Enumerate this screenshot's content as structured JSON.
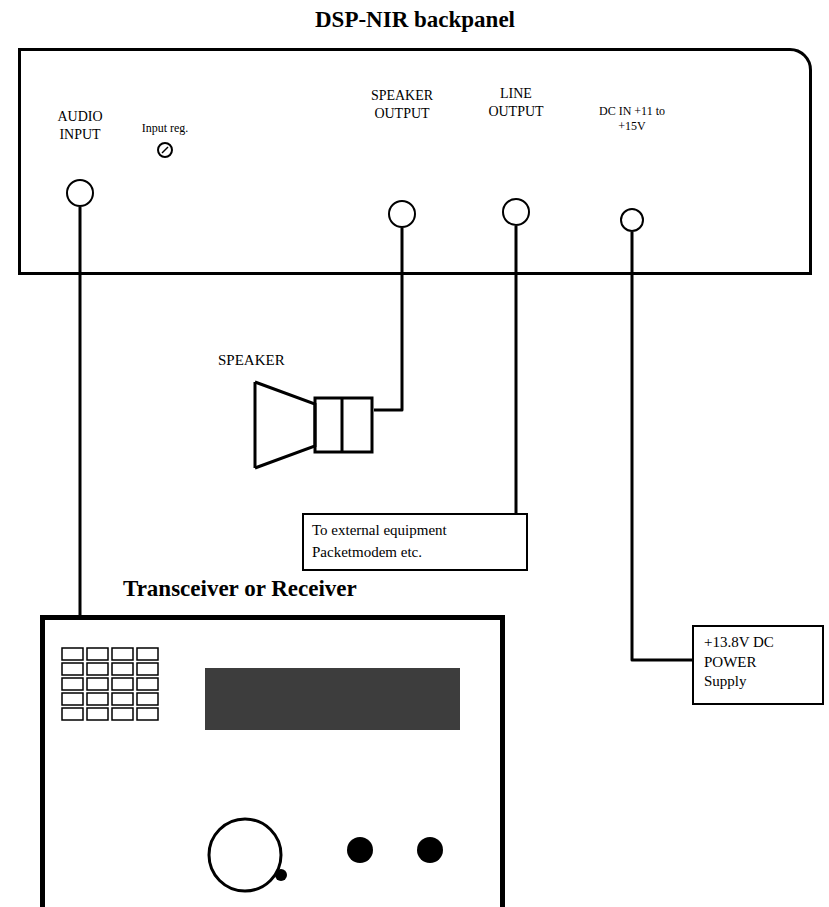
{
  "diagram": {
    "nodes": [
      {
        "text": [
          "DSP-NIR backpanel"
        ]
      },
      {
        "text": [
          "AUDIO INPUT"
        ],
        "in": 0
      },
      {
        "text": [
          "Input reg."
        ],
        "in": 0
      },
      {
        "text": [
          "SPEAKER OUTPUT"
        ],
        "in": 0
      },
      {
        "text": [
          "LINE OUTPUT"
        ],
        "in": 0
      },
      {
        "text": [
          "DC IN +11 to +15V"
        ],
        "in": 0
      },
      {
        "text": [
          "SPEAKER"
        ]
      },
      {
        "text": [
          "To external equipment Packetmodem etc."
        ]
      },
      {
        "text": [
          "+13.8V DC POWER Supply"
        ]
      },
      {
        "text": [
          "Transceiver or Receiver"
        ]
      }
    ],
    "edges": [
      {
        "from": 1,
        "to": 9,
        "arrow": "none"
      },
      {
        "from": 3,
        "to": 6,
        "arrow": "none"
      },
      {
        "from": 4,
        "to": 7,
        "arrow": "none"
      },
      {
        "from": 5,
        "to": 8,
        "arrow": "none"
      }
    ]
  }
}
